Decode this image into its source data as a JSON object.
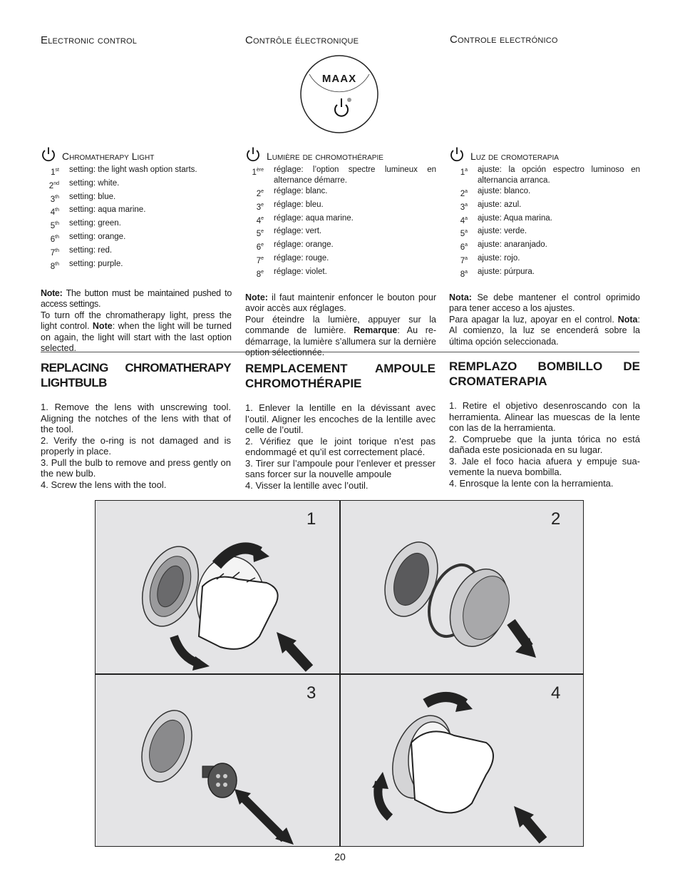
{
  "headers": {
    "en": "Electronic control",
    "fr": "Contrôle électronique",
    "es": "Controle electrónico"
  },
  "panel_logo": "MAAX",
  "chromatherapy": {
    "en": {
      "title": "Chromatherapy Light",
      "items": [
        {
          "num": "1",
          "sup": "st",
          "text": "setting: the light wash option starts."
        },
        {
          "num": "2",
          "sup": "nd",
          "text": "setting: white."
        },
        {
          "num": "3",
          "sup": "th",
          "text": "setting: blue."
        },
        {
          "num": "4",
          "sup": "th",
          "text": "setting: aqua marine."
        },
        {
          "num": "5",
          "sup": "th",
          "text": "setting: green."
        },
        {
          "num": "6",
          "sup": "th",
          "text": "setting: orange."
        },
        {
          "num": "7",
          "sup": "th",
          "text": "setting: red."
        },
        {
          "num": "8",
          "sup": "th",
          "text": "setting: purple."
        }
      ],
      "note_label": "Note:",
      "note_text": " The button must be maintained pushed to access settings.",
      "off_text": "To turn off the chromatherapy light, press the light control. ",
      "off_label": "Note",
      "off_text2": ": when the light will be turned on again, the light will start with the last option selected."
    },
    "fr": {
      "title": "Lumière de chromothérapie",
      "items": [
        {
          "num": "1",
          "sup": "ère",
          "text": "réglage: l’option spectre lumineux en alternance démarre."
        },
        {
          "num": "2",
          "sup": "e",
          "text": "réglage: blanc."
        },
        {
          "num": "3",
          "sup": "e",
          "text": "réglage: bleu."
        },
        {
          "num": "4",
          "sup": "e",
          "text": "réglage: aqua marine."
        },
        {
          "num": "5",
          "sup": "e",
          "text": "réglage: vert."
        },
        {
          "num": "6",
          "sup": "e",
          "text": "réglage: orange."
        },
        {
          "num": "7",
          "sup": "e",
          "text": "réglage: rouge."
        },
        {
          "num": "8",
          "sup": "e",
          "text": "réglage: violet."
        }
      ],
      "note_label": "Note:",
      "note_text": " il faut maintenir enfoncer le bouton pour avoir accès aux réglages.",
      "off_text": "Pour éteindre la lumière, appuyer sur la commande de lumière. ",
      "off_label": "Remarque",
      "off_text2": ": Au re-démarrage, la lumière s’allumera sur la dernière option sélectionnée."
    },
    "es": {
      "title": "Luz de cromoterapia",
      "items": [
        {
          "num": "1",
          "sup": "a",
          "text": "ajuste: la opción espectro luminoso en alternancia arranca."
        },
        {
          "num": "2",
          "sup": "a",
          "text": "ajuste: blanco."
        },
        {
          "num": "3",
          "sup": "a",
          "text": "ajuste: azul."
        },
        {
          "num": "4",
          "sup": "a",
          "text": "ajuste: Aqua marina."
        },
        {
          "num": "5",
          "sup": "a",
          "text": "ajuste: verde."
        },
        {
          "num": "6",
          "sup": "a",
          "text": "ajuste: anaranjado."
        },
        {
          "num": "7",
          "sup": "a",
          "text": "ajuste: rojo."
        },
        {
          "num": "8",
          "sup": "a",
          "text": "ajuste: púrpura."
        }
      ],
      "note_label": "Nota:",
      "note_text": " Se debe mantener el control oprimido para tener acceso a los ajustes.",
      "off_text": "Para apagar la luz, apoyar en el control. ",
      "off_label": "Nota",
      "off_text2": ": Al comienzo, la luz se encenderá sobre la última opción seleccionada."
    }
  },
  "replacing": {
    "en": {
      "title": "REPLACING CHROMATHERAPY LIGHTBULB",
      "steps": [
        "1. Remove the lens with unscrewing tool. Aligning the notches of the lens with that of the tool.",
        "2. Verify the o-ring is not damaged and is properly in place.",
        "3. Pull the bulb to remove and press gently on the new bulb.",
        "4. Screw the lens with the tool."
      ]
    },
    "fr": {
      "title": "REMPLACEMENT AMPOULE CHROMOTHÉRAPIE",
      "steps": [
        "1. Enlever la lentille en la dévissant avec l’outil. Aligner les encoches de la lentille avec celle de l’outil.",
        "2. Vérifiez que le joint torique n’est pas endommagé et qu’il est correctement placé.",
        "3. Tirer sur l’ampoule pour l’enlever et presser sans forcer sur la nouvelle ampoule",
        "4. Visser la lentille avec l’outil."
      ]
    },
    "es": {
      "title": "REMPLAZO BOMBILLO DE CROMATERAPIA",
      "steps": [
        "1. Retire el objetivo desenroscando con la herramienta. Alinear las muescas de la lente con las de la herramienta.",
        "2. Compruebe que la junta tórica no está dañada  este posicionada en su lugar.",
        "3. Jale el foco hacia afuera y empuje sua-vemente la nueva bombilla.",
        "4. Enrosque la lente con la herramienta."
      ]
    }
  },
  "figure_numbers": [
    "1",
    "2",
    "3",
    "4"
  ],
  "page_number": "20"
}
